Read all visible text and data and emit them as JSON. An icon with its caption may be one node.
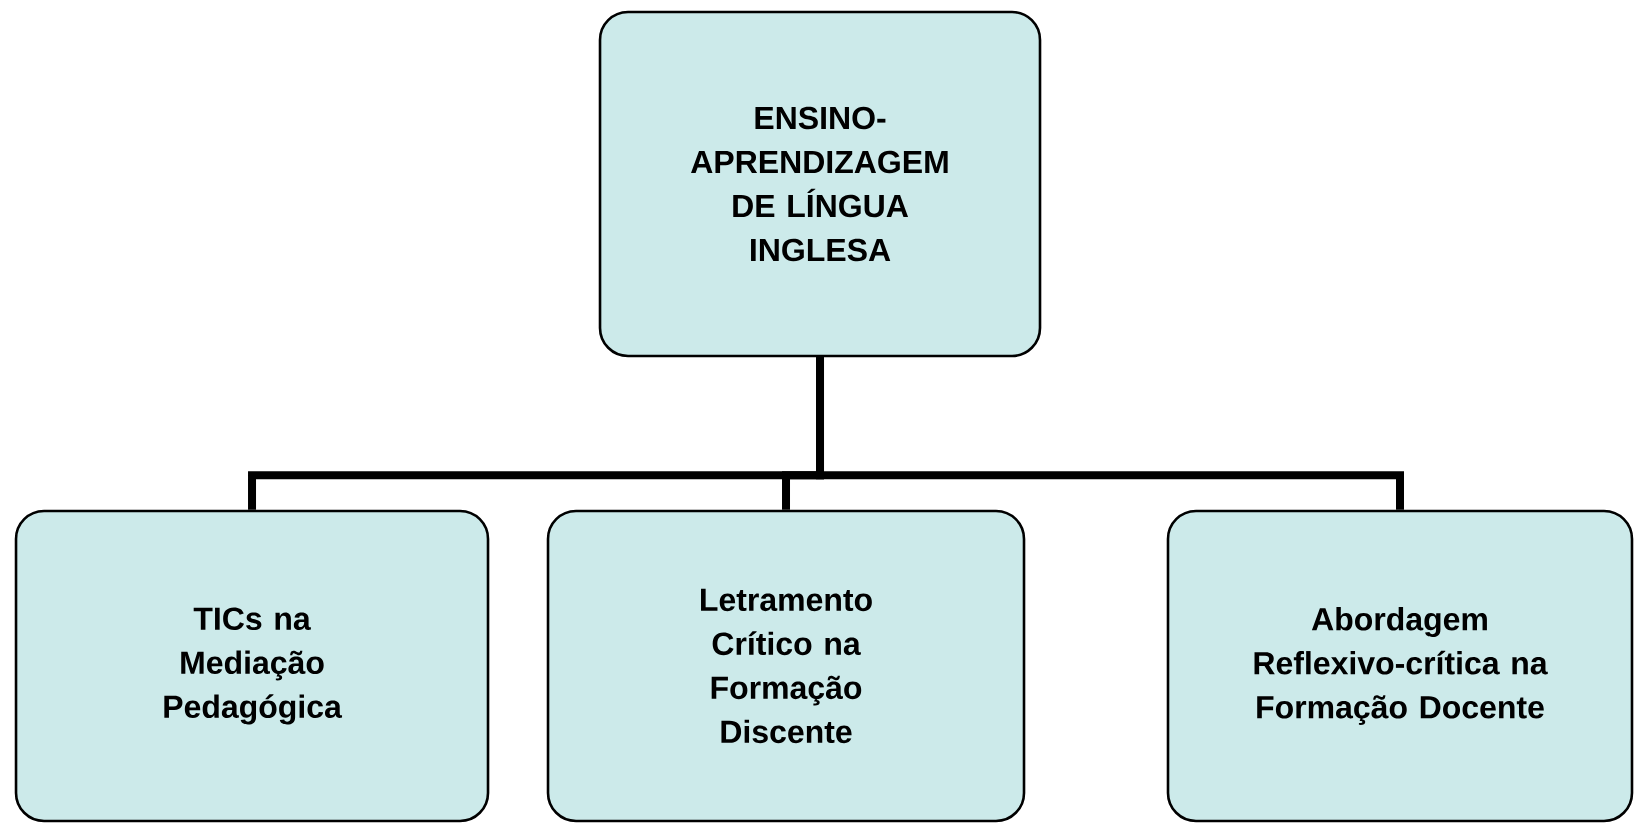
{
  "diagram": {
    "nodes": [
      {
        "text": [
          "ENSINO-APRENDIZAGEM DE LÍNGUA INGLESA"
        ]
      },
      {
        "text": [
          "TICs na Mediação Pedagógica"
        ]
      },
      {
        "text": [
          "Letramento Crítico na Formação Discente"
        ]
      },
      {
        "text": [
          "Abordagem Reflexivo-crítica na Formação Docente"
        ]
      }
    ],
    "edges": [
      {
        "from": 0,
        "to": 1,
        "arrow": "none"
      },
      {
        "from": 0,
        "to": 2,
        "arrow": "none"
      },
      {
        "from": 0,
        "to": 3,
        "arrow": "none"
      }
    ]
  }
}
